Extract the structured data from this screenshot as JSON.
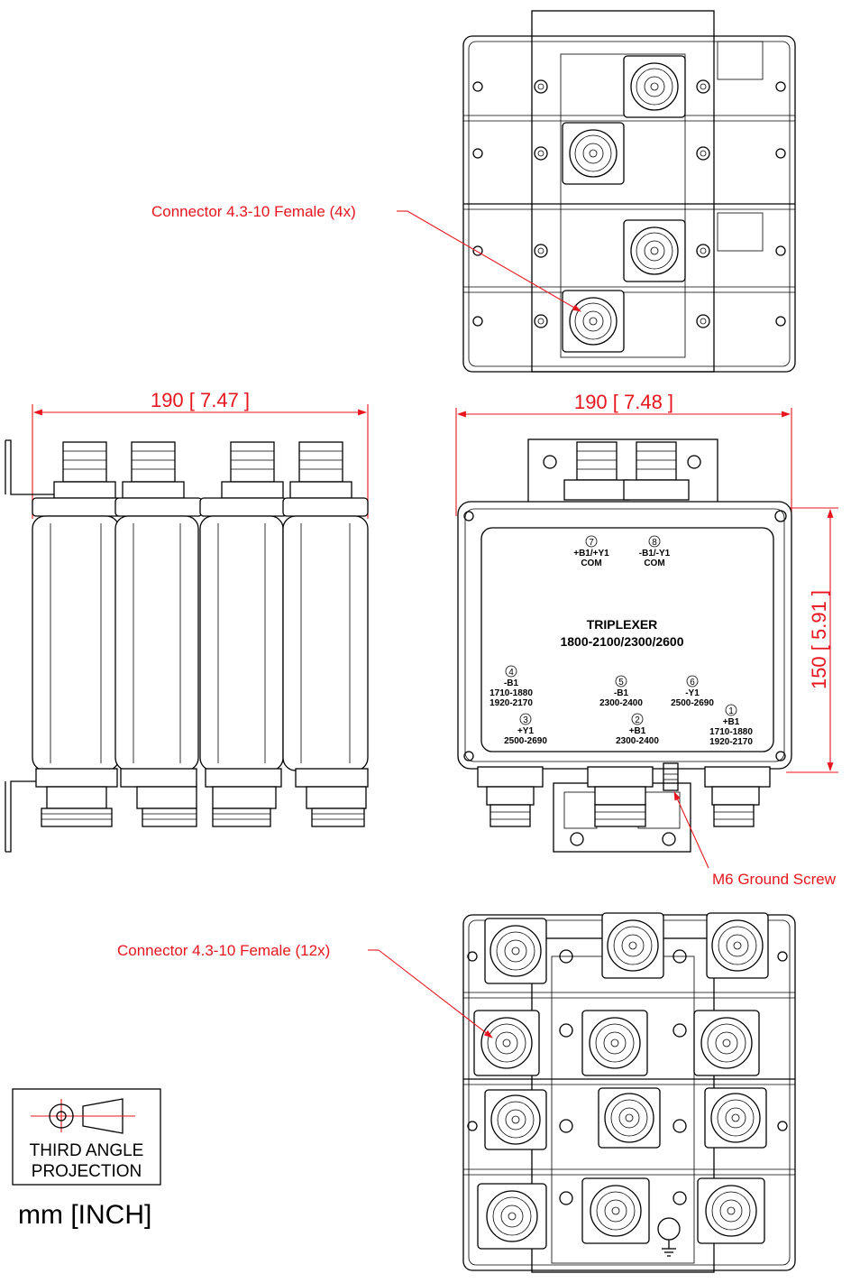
{
  "callouts": {
    "connector_top": "Connector 4.3-10 Female (4x)",
    "connector_bottom": "Connector 4.3-10 Female (12x)",
    "ground_screw": "M6 Ground Screw"
  },
  "dimensions": {
    "width_side": "190 [ 7.47 ]",
    "width_front": "190 [ 7.48 ]",
    "height_front": "150 [ 5.91 ]"
  },
  "label_plate": {
    "title_line1": "TRIPLEXER",
    "title_line2": "1800-2100/2300/2600",
    "ports": [
      {
        "num": "7",
        "line1": "+B1/+Y1",
        "line2": "COM",
        "line3": ""
      },
      {
        "num": "8",
        "line1": "-B1/-Y1",
        "line2": "COM",
        "line3": ""
      },
      {
        "num": "4",
        "line1": "-B1",
        "line2": "1710-1880",
        "line3": "1920-2170"
      },
      {
        "num": "5",
        "line1": "-B1",
        "line2": "2300-2400",
        "line3": ""
      },
      {
        "num": "6",
        "line1": "-Y1",
        "line2": "2500-2690",
        "line3": ""
      },
      {
        "num": "3",
        "line1": "+Y1",
        "line2": "2500-2690",
        "line3": ""
      },
      {
        "num": "2",
        "line1": "+B1",
        "line2": "2300-2400",
        "line3": ""
      },
      {
        "num": "1",
        "line1": "+B1",
        "line2": "1710-1880",
        "line3": "1920-2170"
      }
    ]
  },
  "projection": {
    "line1": "THIRD ANGLE",
    "line2": "PROJECTION"
  },
  "units": "mm [INCH]",
  "icons": [
    "ground-symbol-icon",
    "third-angle-projection-icon"
  ]
}
